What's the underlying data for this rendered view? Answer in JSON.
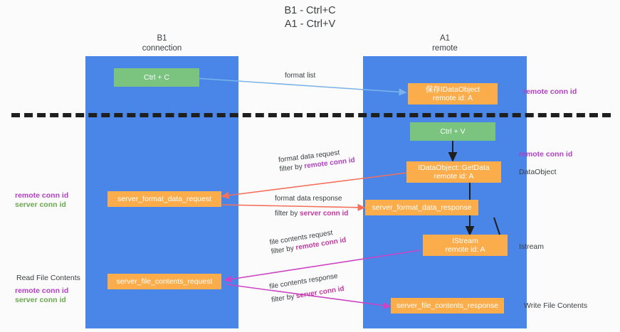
{
  "diagram": {
    "title": "B1 - Ctrl+C\nA1 - Ctrl+V",
    "lanes": [
      {
        "id": "b1",
        "title": "B1\nconnection",
        "color": "#4a86e8"
      },
      {
        "id": "a1",
        "title": "A1\nremote",
        "color": "#4a86e8"
      }
    ],
    "nodes": {
      "ctrl_c": "Ctrl + C",
      "idataobject": "保存IDataObject\nremote id: A",
      "ctrl_v": "Ctrl + V",
      "getdata": "IDataObject::GetData\nremote id: A",
      "server_format_data_request": "server_format_data_request",
      "server_format_data_response": "server_format_data_response",
      "istream": "IStream\nremote id: A",
      "server_file_contents_request": "server_file_contents_request",
      "server_file_contents_response": "server_file_contents_response"
    },
    "edges": [
      {
        "id": "format-list",
        "line1": "format list",
        "line2": ""
      },
      {
        "id": "format-data-request",
        "line1": "format data request",
        "line2_prefix": "filter by ",
        "line2_key": "remote conn id"
      },
      {
        "id": "format-data-response",
        "line1": "format data response",
        "line2_prefix": "filter by ",
        "line2_key": "server conn id"
      },
      {
        "id": "file-contents-request",
        "line1": "file contents request",
        "line2_prefix": "filter by ",
        "line2_key": "remote conn id"
      },
      {
        "id": "file-contents-response",
        "line1": "file contents response",
        "line2_prefix": "filter by ",
        "line2_key": "server conn id"
      }
    ],
    "right_labels": {
      "remote_conn_id_top": "remote conn id",
      "remote_conn_id_mid": "remote conn id",
      "dataobject": "DataObject",
      "istream": "Istream",
      "write_file_contents": "Write File Contents"
    },
    "left_labels": {
      "remote_conn_id_1": "remote conn id",
      "server_conn_id_1": "server conn id",
      "read_file_contents": "Read File Contents",
      "remote_conn_id_2": "remote conn id",
      "server_conn_id_2": "server conn id"
    },
    "colors": {
      "lane": "#4a86e8",
      "green_node": "#7bc47f",
      "orange_node": "#fbad4b",
      "purple": "#b23fc4",
      "magenta": "#c2399f",
      "green_text": "#6aa84f",
      "arrow_blue": "#7ab3e8",
      "arrow_red": "#f4705a",
      "arrow_magenta": "#cc44c4",
      "arrow_dark": "#1f1f1f",
      "background": "#fbfbfb"
    }
  }
}
